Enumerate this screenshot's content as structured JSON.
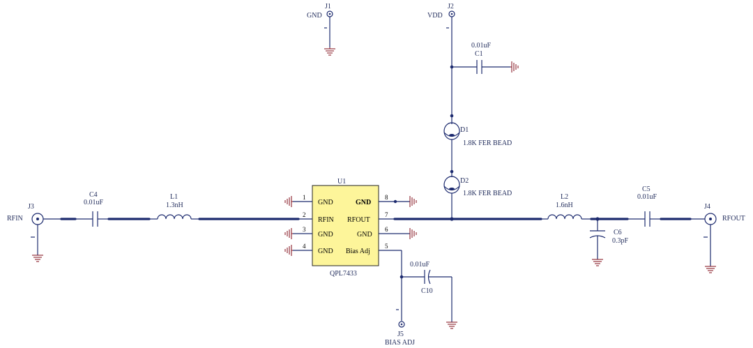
{
  "connectors": {
    "j1": {
      "ref": "J1",
      "net": "GND"
    },
    "j2": {
      "ref": "J2",
      "net": "VDD"
    },
    "j3": {
      "ref": "J3",
      "net": "RFIN"
    },
    "j4": {
      "ref": "J4",
      "net": "RFOUT"
    },
    "j5": {
      "ref": "J5",
      "net": "BIAS ADJ"
    }
  },
  "components": {
    "c1": {
      "ref": "C1",
      "value": "0.01uF"
    },
    "c4": {
      "ref": "C4",
      "value": "0.01uF"
    },
    "c5": {
      "ref": "C5",
      "value": "0.01uF"
    },
    "c6": {
      "ref": "C6",
      "value": "0.3pF"
    },
    "c10": {
      "ref": "C10",
      "value": "0.01uF"
    },
    "l1": {
      "ref": "L1",
      "value": "1.3nH"
    },
    "l2": {
      "ref": "L2",
      "value": "1.6nH"
    },
    "d1": {
      "ref": "D1",
      "value": "1.8K FER BEAD"
    },
    "d2": {
      "ref": "D2",
      "value": "1.8K FER BEAD"
    }
  },
  "ic": {
    "ref": "U1",
    "part": "QPL7433",
    "pins": [
      {
        "num": "1",
        "name": "GND"
      },
      {
        "num": "2",
        "name": "RFIN"
      },
      {
        "num": "3",
        "name": "GND"
      },
      {
        "num": "4",
        "name": "GND"
      },
      {
        "num": "5",
        "name": "Bias Adj"
      },
      {
        "num": "6",
        "name": "GND"
      },
      {
        "num": "7",
        "name": "RFOUT"
      },
      {
        "num": "8",
        "name": "GND"
      }
    ]
  }
}
